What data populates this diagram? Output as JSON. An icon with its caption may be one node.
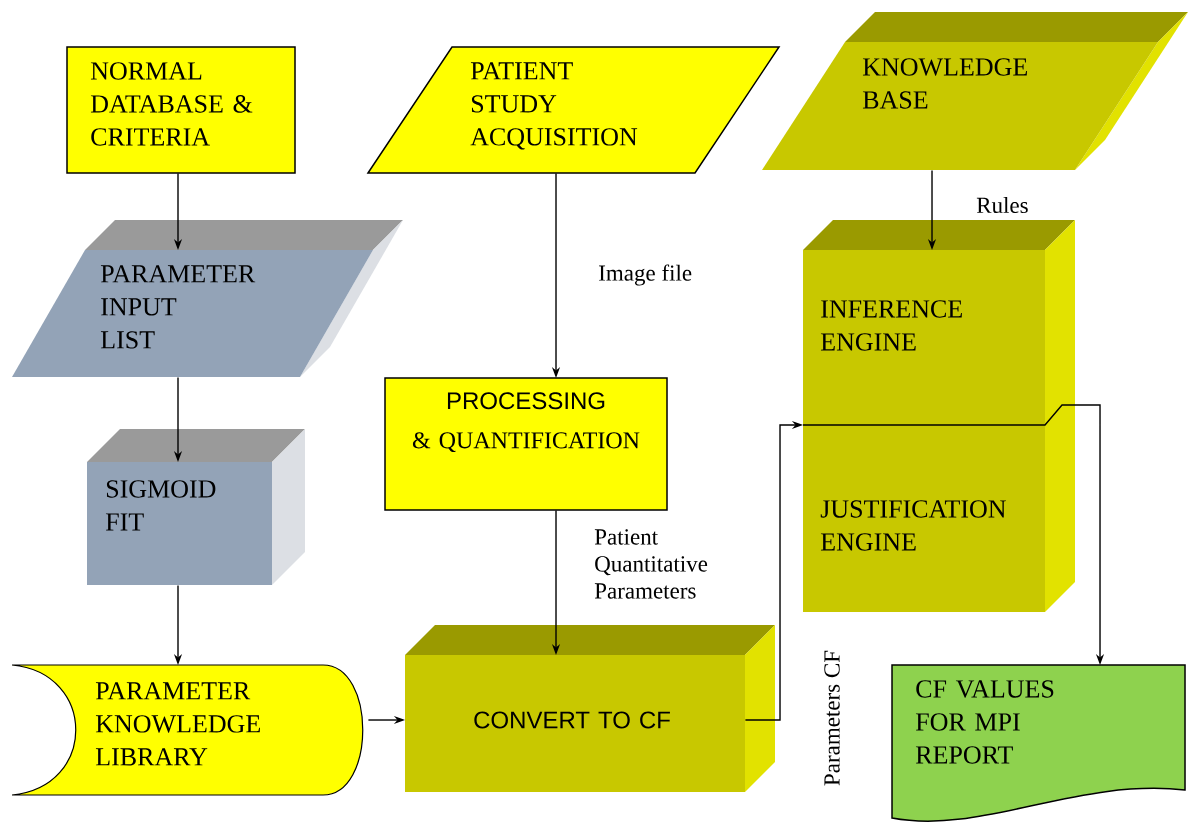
{
  "diagram": {
    "nodes": [
      {
        "text": [
          "NORMAL DATABASE & CRITERIA"
        ]
      },
      {
        "text": [
          "PATIENT STUDY ACQUISITION"
        ]
      },
      {
        "text": [
          "KNOWLEDGE BASE"
        ]
      },
      {
        "text": [
          "PARAMETER INPUT LIST"
        ]
      },
      {
        "text": [
          "PROCESSING",
          "& QUANTIFICATION"
        ]
      },
      {
        "text": [
          "INFERENCE ENGINE",
          "JUSTIFICATION ENGINE"
        ]
      },
      {
        "text": [
          "SIGMOID FIT"
        ]
      },
      {
        "text": [
          "PARAMETER KNOWLEDGE LIBRARY"
        ]
      },
      {
        "text": [
          "CONVERT TO CF"
        ]
      },
      {
        "text": [
          "CF VALUES FOR MPI REPORT"
        ]
      }
    ],
    "edges": [
      {
        "from": 0,
        "to": 3,
        "arrow": "to"
      },
      {
        "from": 3,
        "to": 6,
        "arrow": "to"
      },
      {
        "from": 6,
        "to": 7,
        "arrow": "to"
      },
      {
        "from": 7,
        "to": 8,
        "arrow": "to"
      },
      {
        "from": 1,
        "to": 4,
        "arrow": "to",
        "label": "Image file"
      },
      {
        "from": 4,
        "to": 8,
        "arrow": "to",
        "label": "Patient Quantitative Parameters"
      },
      {
        "from": 2,
        "to": 5,
        "arrow": "to",
        "label": "Rules"
      },
      {
        "from": 8,
        "to": 5,
        "arrow": "to",
        "label": "Parameters CF"
      },
      {
        "from": 5,
        "to": 9,
        "arrow": "to"
      }
    ]
  }
}
